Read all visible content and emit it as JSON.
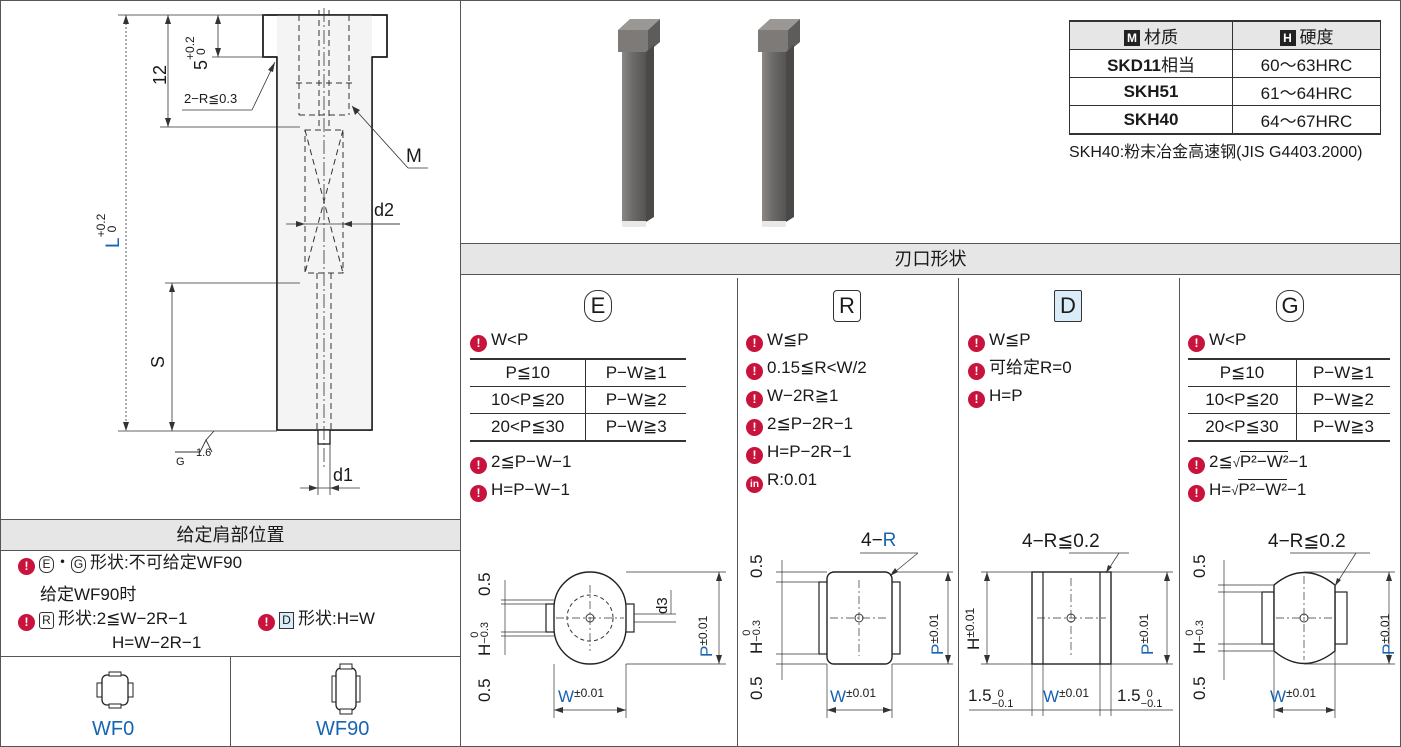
{
  "colors": {
    "accent_red": "#c8133c",
    "dim_blue": "#1764b5",
    "header_bg": "#e6e6e6",
    "d_box": "#d9ecf7"
  },
  "main_drawing": {
    "dim_12": "12",
    "dim_5_base": "5",
    "dim_5_tol_up": "+0.2",
    "dim_5_tol_low": "0",
    "chamfer": "2−R≦0.3",
    "label_M": "M",
    "dim_L_base": "L",
    "dim_L_tol_up": "+0.2",
    "dim_L_tol_low": "0",
    "label_d2": "d2",
    "label_S": "S",
    "label_d1": "d1",
    "roughness": "1.6",
    "roughness_g": "G"
  },
  "material_table": {
    "col1_icon": "M",
    "col1": "材质",
    "col2_icon": "H",
    "col2": "硬度",
    "rows": [
      {
        "mat": "SKD11",
        "suffix": "相当",
        "hard": "60〜63HRC"
      },
      {
        "mat": "SKH51",
        "suffix": "",
        "hard": "61〜64HRC"
      },
      {
        "mat": "SKH40",
        "suffix": "",
        "hard": "64〜67HRC"
      }
    ],
    "note": "SKH40:粉末冶金高速钢(JIS G4403.2000)"
  },
  "edge_section": {
    "title": "刃口形状"
  },
  "shape_E": {
    "letter": "E",
    "cond1": "W<P",
    "table": [
      [
        "P≦10",
        "P−W≧1"
      ],
      [
        "10<P≦20",
        "P−W≧2"
      ],
      [
        "20<P≦30",
        "P−W≧3"
      ]
    ],
    "cond2": "2≦P−W−1",
    "cond3": "H=P−W−1",
    "dims": {
      "v05_top": "0.5",
      "v05_bot": "0.5",
      "h": "H",
      "h_tol_up": "0",
      "h_tol_low": "−0.3",
      "p": "P",
      "p_tol": "±0.01",
      "w": "W",
      "w_tol": "±0.01",
      "d3": "d3"
    }
  },
  "shape_R": {
    "letter": "R",
    "conds": [
      "W≦P",
      "0.15≦R<W/2",
      "W−2R≧1",
      "2≦P−2R−1",
      "H=P−2R−1"
    ],
    "in_icon": "in",
    "in_cond": "R:0.01",
    "dims": {
      "corner_prefix": "4−",
      "corner_r": "R",
      "v05_top": "0.5",
      "v05_bot": "0.5",
      "h": "H",
      "h_tol_up": "0",
      "h_tol_low": "−0.3",
      "p": "P",
      "p_tol": "±0.01",
      "w": "W",
      "w_tol": "±0.01"
    }
  },
  "shape_D": {
    "letter": "D",
    "conds": [
      "W≦P",
      "可给定R=0",
      "H=P"
    ],
    "dims": {
      "corner": "4−R≦0.2",
      "h": "H",
      "h_tol": "±0.01",
      "p": "P",
      "p_tol": "±0.01",
      "w": "W",
      "w_tol": "±0.01",
      "side_base": "1.5",
      "side_tol_up": "0",
      "side_tol_low": "−0.1"
    }
  },
  "shape_G": {
    "letter": "G",
    "cond1": "W<P",
    "table": [
      [
        "P≦10",
        "P−W≧1"
      ],
      [
        "10<P≦20",
        "P−W≧2"
      ],
      [
        "20<P≦30",
        "P−W≧3"
      ]
    ],
    "cond2_pre": "2≦",
    "cond2_rad": "P²−W²",
    "cond2_post": "−1",
    "cond3_pre": "H=",
    "cond3_rad": "P²−W²",
    "cond3_post": "−1",
    "dims": {
      "corner": "4−R≦0.2",
      "v05_top": "0.5",
      "v05_bot": "0.5",
      "h": "H",
      "h_tol_up": "0",
      "h_tol_low": "−0.3",
      "p": "P",
      "p_tol": "±0.01",
      "w": "W",
      "w_tol": "±0.01"
    }
  },
  "shoulder": {
    "title": "给定肩部位置",
    "line1_e": "E",
    "line1_sep": "・",
    "line1_g": "G",
    "line1_text": "形状:不可给定WF90",
    "line2": "给定WF90时",
    "line3_r": "R",
    "line3_text": "形状:2≦W−2R−1",
    "line4": "H=W−2R−1",
    "line3b_d": "D",
    "line3b_text": "形状:H=W",
    "opt1": "WF0",
    "opt2": "WF90"
  }
}
